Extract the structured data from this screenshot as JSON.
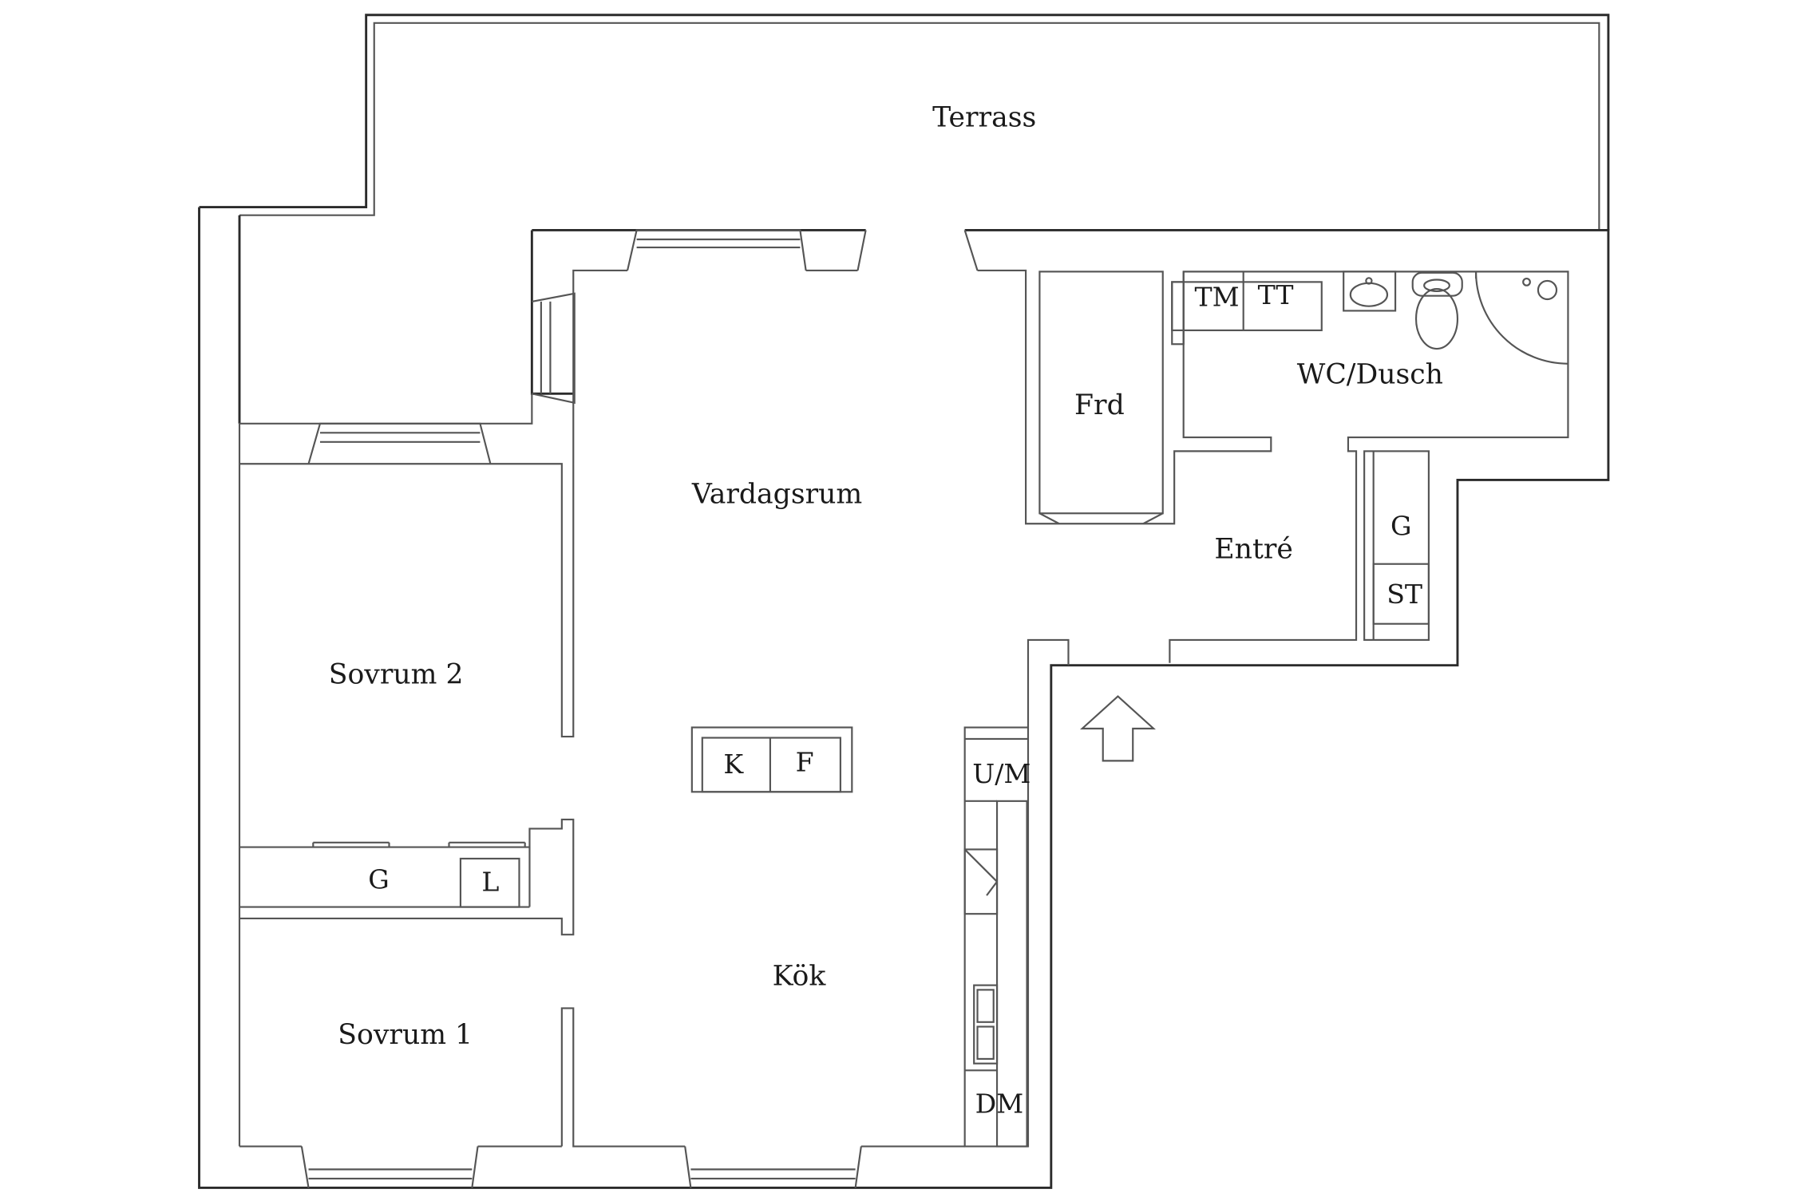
{
  "floorplan": {
    "rooms": {
      "terrass": "Terrass",
      "vardagsrum": "Vardagsrum",
      "frd": "Frd",
      "wc_dusch": "WC/Dusch",
      "entre": "Entré",
      "sovrum2": "Sovrum 2",
      "sovrum1": "Sovrum 1",
      "kok": "Kök"
    },
    "fixtures": {
      "tm": "TM",
      "tt": "TT",
      "hall_closet": "G",
      "st": "ST",
      "k": "K",
      "f": "F",
      "um": "U/M",
      "dm": "DM",
      "bedroom_closet": "G",
      "linen": "L"
    }
  }
}
